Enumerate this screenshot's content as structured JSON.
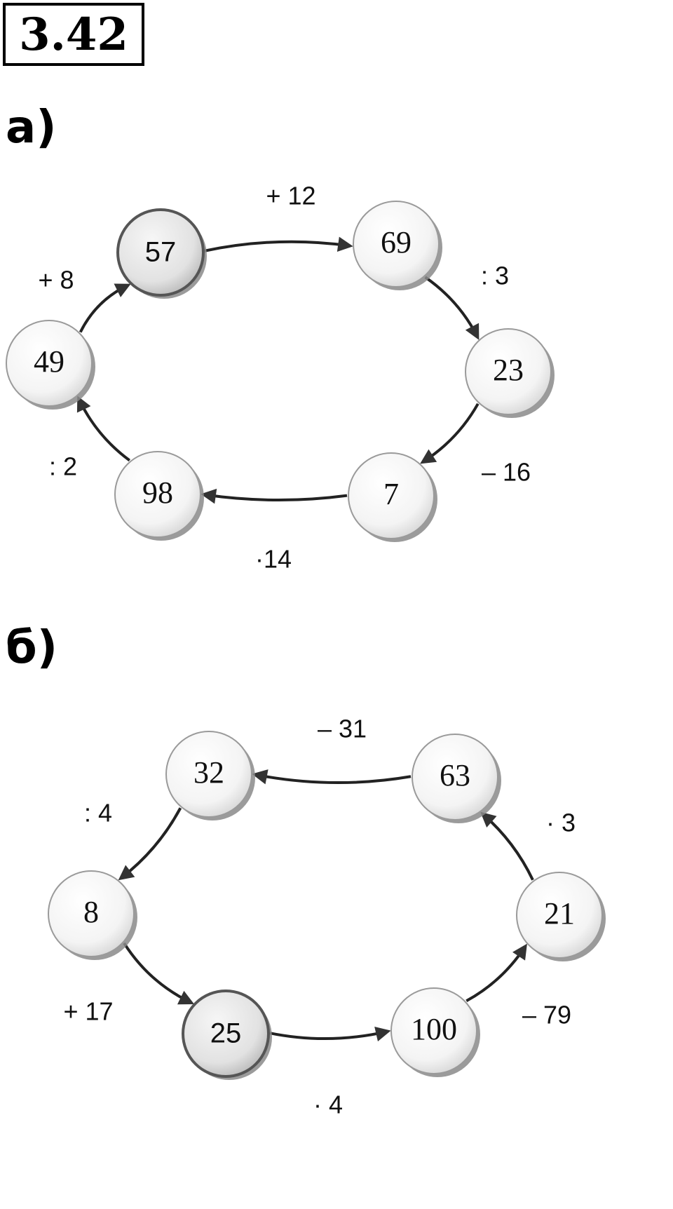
{
  "problem_number": "3.42",
  "parts": [
    {
      "label": "а)",
      "nodes": [
        {
          "id": "a57",
          "value": "57",
          "start": true
        },
        {
          "id": "a69",
          "value": "69",
          "start": false
        },
        {
          "id": "a23",
          "value": "23",
          "start": false
        },
        {
          "id": "a7",
          "value": "7",
          "start": false
        },
        {
          "id": "a98",
          "value": "98",
          "start": false
        },
        {
          "id": "a49",
          "value": "49",
          "start": false
        }
      ],
      "operations": [
        {
          "from": "a57",
          "to": "a69",
          "label": "+ 12"
        },
        {
          "from": "a69",
          "to": "a23",
          "label": ": 3"
        },
        {
          "from": "a23",
          "to": "a7",
          "label": "– 16"
        },
        {
          "from": "a7",
          "to": "a98",
          "label": "·14"
        },
        {
          "from": "a98",
          "to": "a49",
          "label": ": 2"
        },
        {
          "from": "a49",
          "to": "a57",
          "label": "+ 8"
        }
      ]
    },
    {
      "label": "б)",
      "nodes": [
        {
          "id": "b63",
          "value": "63",
          "start": false
        },
        {
          "id": "b32",
          "value": "32",
          "start": false
        },
        {
          "id": "b8",
          "value": "8",
          "start": false
        },
        {
          "id": "b25",
          "value": "25",
          "start": true
        },
        {
          "id": "b100",
          "value": "100",
          "start": false
        },
        {
          "id": "b21",
          "value": "21",
          "start": false
        }
      ],
      "operations": [
        {
          "from": "b63",
          "to": "b32",
          "label": "– 31"
        },
        {
          "from": "b32",
          "to": "b8",
          "label": ": 4"
        },
        {
          "from": "b8",
          "to": "b25",
          "label": "+ 17"
        },
        {
          "from": "b25",
          "to": "b100",
          "label": "· 4"
        },
        {
          "from": "b100",
          "to": "b21",
          "label": "– 79"
        },
        {
          "from": "b21",
          "to": "b63",
          "label": "· 3"
        }
      ]
    }
  ]
}
